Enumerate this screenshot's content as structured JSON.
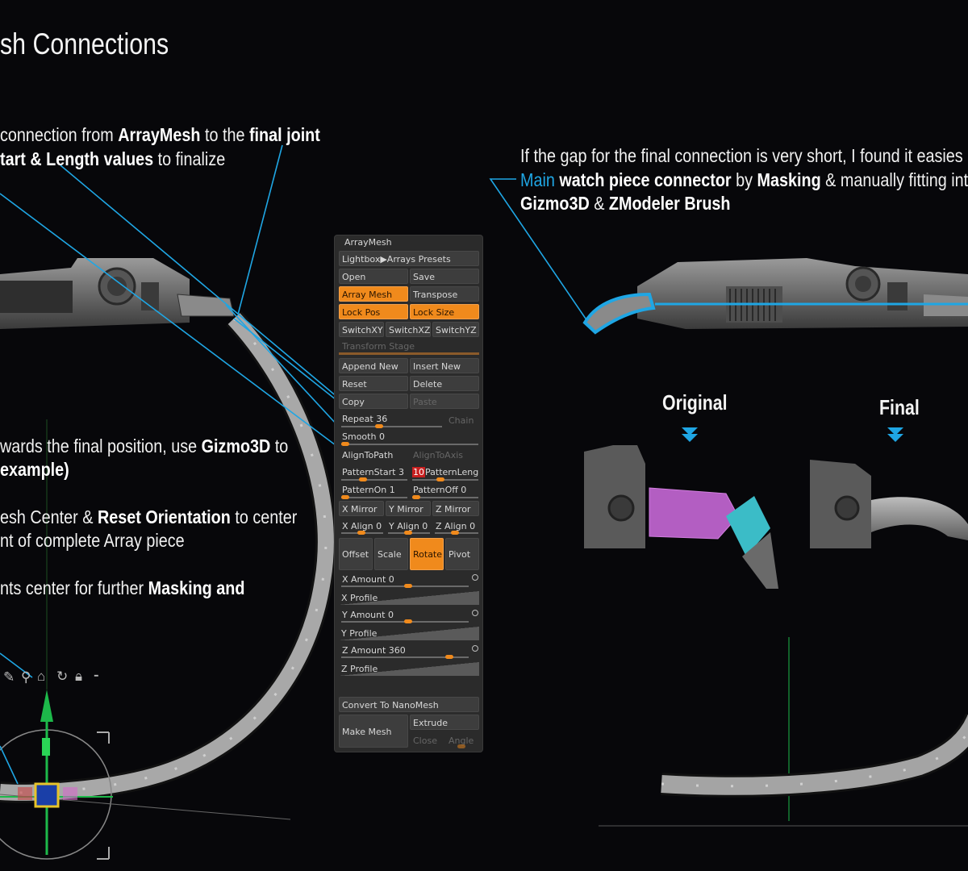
{
  "title": "sh Connections",
  "left_annotations": {
    "line1_a": "connection from ",
    "line1_b": "ArrayMesh",
    "line1_c": " to the ",
    "line1_d": "final joint",
    "line2_a": "tart & Length",
    "line2_b": " values",
    "line2_c": " to finalize",
    "line3_a": "wards the final position, use ",
    "line3_b": "Gizmo3D",
    "line3_c": " to",
    "line4": "example)",
    "line5_a": "esh Center & ",
    "line5_b": "Reset Orientation",
    "line5_c": " to center",
    "line6": "nt of complete Array piece",
    "line7_a": "nts center for further ",
    "line7_b": "Masking and"
  },
  "right_annotations": {
    "line1": "If the gap for the final connection is very short, I found it easies",
    "line2_a": "Main ",
    "line2_b": "watch piece connector",
    "line2_c": " by ",
    "line2_d": "Masking",
    "line2_e": " & manually fitting into",
    "line3_a": "Gizmo3D",
    "line3_b": " & ",
    "line3_c": "ZModeler Brush",
    "original": "Original",
    "final": "Final"
  },
  "panel": {
    "header": "ArrayMesh",
    "lightbox": "Lightbox▶Arrays Presets",
    "open": "Open",
    "save": "Save",
    "array_mesh": "Array Mesh",
    "transpose": "Transpose",
    "lock_pos": "Lock Pos",
    "lock_size": "Lock Size",
    "switch_xy": "SwitchXY",
    "switch_xz": "SwitchXZ",
    "switch_yz": "SwitchYZ",
    "transform_stage": "Transform Stage",
    "append_new": "Append New",
    "insert_new": "Insert New",
    "reset": "Reset",
    "delete": "Delete",
    "copy": "Copy",
    "paste": "Paste",
    "repeat": "Repeat 36",
    "chain": "Chain",
    "smooth": "Smooth 0",
    "align_to_path": "AlignToPath",
    "align_to_axis": "AlignToAxis",
    "pattern_start": "PatternStart 3",
    "pattern_length_value": "10",
    "pattern_length": "PatternLengt",
    "pattern_on": "PatternOn 1",
    "pattern_off": "PatternOff 0",
    "x_mirror": "X Mirror",
    "y_mirror": "Y Mirror",
    "z_mirror": "Z Mirror",
    "x_align": "X Align 0",
    "y_align": "Y Align 0",
    "z_align": "Z Align 0",
    "offset": "Offset",
    "scale": "Scale",
    "rotate": "Rotate",
    "pivot": "Pivot",
    "x_amount": "X Amount 0",
    "x_profile": "X Profile",
    "y_amount": "Y Amount 0",
    "y_profile": "Y Profile",
    "z_amount": "Z Amount 360",
    "z_profile": "Z Profile",
    "convert": "Convert To NanoMesh",
    "make_mesh": "Make Mesh",
    "extrude": "Extrude",
    "close": "Close",
    "angle": "Angle"
  },
  "colors": {
    "accent_orange": "#f08a1c",
    "annotation_blue": "#1fa6e4",
    "panel_bg": "#2b2b2b",
    "background": "#07070a"
  },
  "icons": [
    "pin-icon",
    "location-icon",
    "home-icon",
    "rotate-icon",
    "lock-icon",
    "minus-icon"
  ]
}
